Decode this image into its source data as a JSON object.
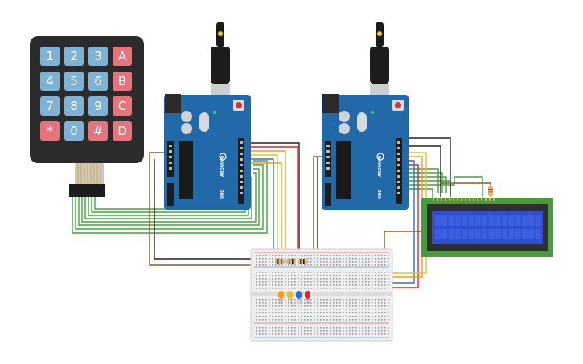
{
  "keypad": {
    "keys": [
      {
        "label": "1",
        "kind": "num"
      },
      {
        "label": "2",
        "kind": "num"
      },
      {
        "label": "3",
        "kind": "num"
      },
      {
        "label": "A",
        "kind": "letter"
      },
      {
        "label": "4",
        "kind": "num"
      },
      {
        "label": "5",
        "kind": "num"
      },
      {
        "label": "6",
        "kind": "num"
      },
      {
        "label": "B",
        "kind": "letter"
      },
      {
        "label": "7",
        "kind": "num"
      },
      {
        "label": "8",
        "kind": "num"
      },
      {
        "label": "9",
        "kind": "num"
      },
      {
        "label": "C",
        "kind": "letter"
      },
      {
        "label": "*",
        "kind": "letter"
      },
      {
        "label": "0",
        "kind": "num"
      },
      {
        "label": "#",
        "kind": "letter"
      },
      {
        "label": "D",
        "kind": "letter"
      }
    ]
  },
  "arduino_left": {
    "brand": "ARDUINO",
    "model": "UNO"
  },
  "arduino_right": {
    "brand": "ARDUINO",
    "model": "UNO"
  },
  "colors": {
    "board": "#2169a8",
    "board_dark": "#164f82",
    "keypad_body": "#2b2b2b",
    "key_num": "#7fb3d5",
    "key_letter": "#e5747c",
    "lcd_pcb": "#4c9a3f",
    "lcd_screen": "#2e4fcf",
    "wire_green": "#3aa935",
    "wire_red": "#d6272a",
    "wire_orange": "#f59a23",
    "wire_yellow": "#e6c229",
    "wire_blue": "#2f6fd0",
    "wire_black": "#222222",
    "wire_brown": "#8a5a2b",
    "led_colors": [
      "#f0a21e",
      "#e8c120",
      "#2a6fd6",
      "#d7262b"
    ]
  }
}
